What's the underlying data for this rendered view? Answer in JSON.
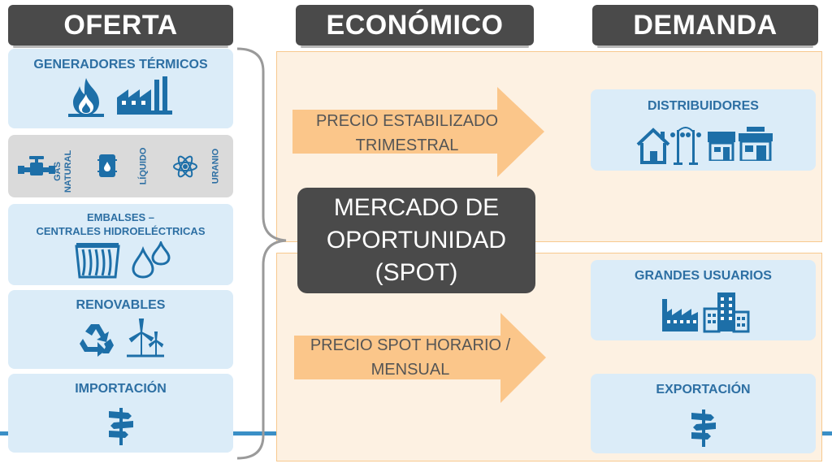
{
  "headers": {
    "supply": "OFERTA",
    "economic": "ECONÓMICO",
    "demand": "DEMANDA"
  },
  "supply": {
    "thermal": {
      "title": "GENERADORES TÉRMICOS",
      "icons": [
        "flame-icon",
        "factory-icon"
      ]
    },
    "fuels": [
      {
        "label": "GAS NATURAL",
        "line1": "GAS",
        "line2": "NATURAL",
        "icon": "gas-valve-icon"
      },
      {
        "label": "LÍQUIDO",
        "icon": "oil-barrel-icon"
      },
      {
        "label": "URANIO",
        "icon": "atom-icon"
      }
    ],
    "hydro": {
      "title_line1": "EMBALSES –",
      "title_line2": "CENTRALES HIDROELÉCTRICAS",
      "icons": [
        "dam-icon",
        "water-drops-icon"
      ]
    },
    "renewables": {
      "title": "RENOVABLES",
      "icons": [
        "recycle-icon",
        "wind-turbine-icon"
      ]
    },
    "imports": {
      "title": "IMPORTACIÓN",
      "icons": [
        "signpost-icon"
      ]
    }
  },
  "economic": {
    "arrow_top": {
      "line1": "PRECIO ESTABILIZADO",
      "line2": "TRIMESTRAL"
    },
    "spot": {
      "line1": "MERCADO DE",
      "line2": "OPORTUNIDAD",
      "line3": "(SPOT)"
    },
    "arrow_bottom": {
      "line1": "PRECIO SPOT HORARIO /",
      "line2": "MENSUAL"
    }
  },
  "demand": {
    "distributors": {
      "title": "DISTRIBUIDORES",
      "icons": [
        "house-icon",
        "street-lamp-icon",
        "shop-icon",
        "store-icon"
      ]
    },
    "large_users": {
      "title": "GRANDES USUARIOS",
      "icons": [
        "factory-icon",
        "office-building-icon"
      ]
    },
    "exports": {
      "title": "EXPORTACIÓN",
      "icons": [
        "signpost-icon"
      ]
    }
  },
  "colors": {
    "header_bg": "#4a4a4a",
    "panel_bg": "#dbecf8",
    "icon_blue": "#1d6fa8",
    "title_blue": "#2d6fa3",
    "arrow": "#fbc68a",
    "peach_bg": "#fdf1e2",
    "bottom_line": "#3a8fc6"
  }
}
